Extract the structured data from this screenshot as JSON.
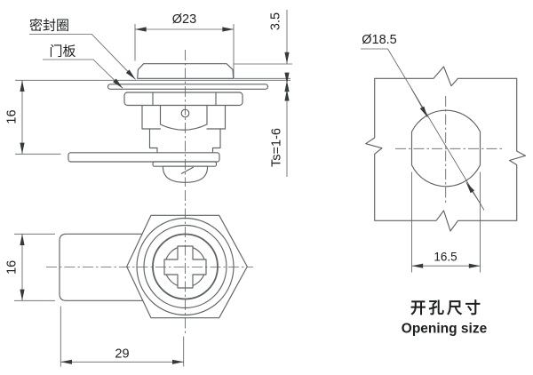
{
  "colors": {
    "background": "#ffffff",
    "line": "#5f6366",
    "text": "#1c1e20",
    "arrow": "#35393c"
  },
  "side_view": {
    "label_seal_ring": "密封圈",
    "label_door_panel": "门板",
    "dim_cap_diameter": "Ø23",
    "dim_head_height": "3.5",
    "dim_panel_thickness": "Ts=1-6",
    "dim_under_panel_length": "16"
  },
  "front_view": {
    "dim_cam_width": "16",
    "dim_cam_length": "29"
  },
  "opening_view": {
    "dim_hole_diameter": "Ø18.5",
    "dim_hole_width": "16.5",
    "caption_zh": "开孔尺寸",
    "caption_en": "Opening size"
  }
}
